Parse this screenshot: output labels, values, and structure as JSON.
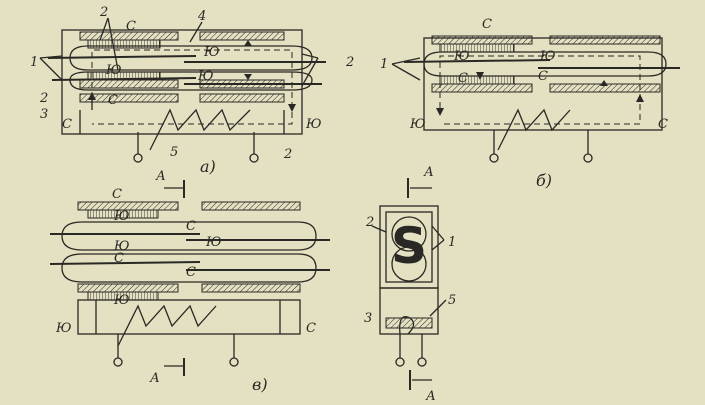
{
  "captions": {
    "a": "а)",
    "b": "б)",
    "v": "в)"
  },
  "labels": {
    "one": "1",
    "two": "2",
    "three": "3",
    "four": "4",
    "five": "5",
    "S": "С",
    "Yu": "Ю",
    "A": "А"
  },
  "symbol": "S",
  "colors": {
    "background": "#e4e0c2",
    "ink": "#2a2824"
  }
}
